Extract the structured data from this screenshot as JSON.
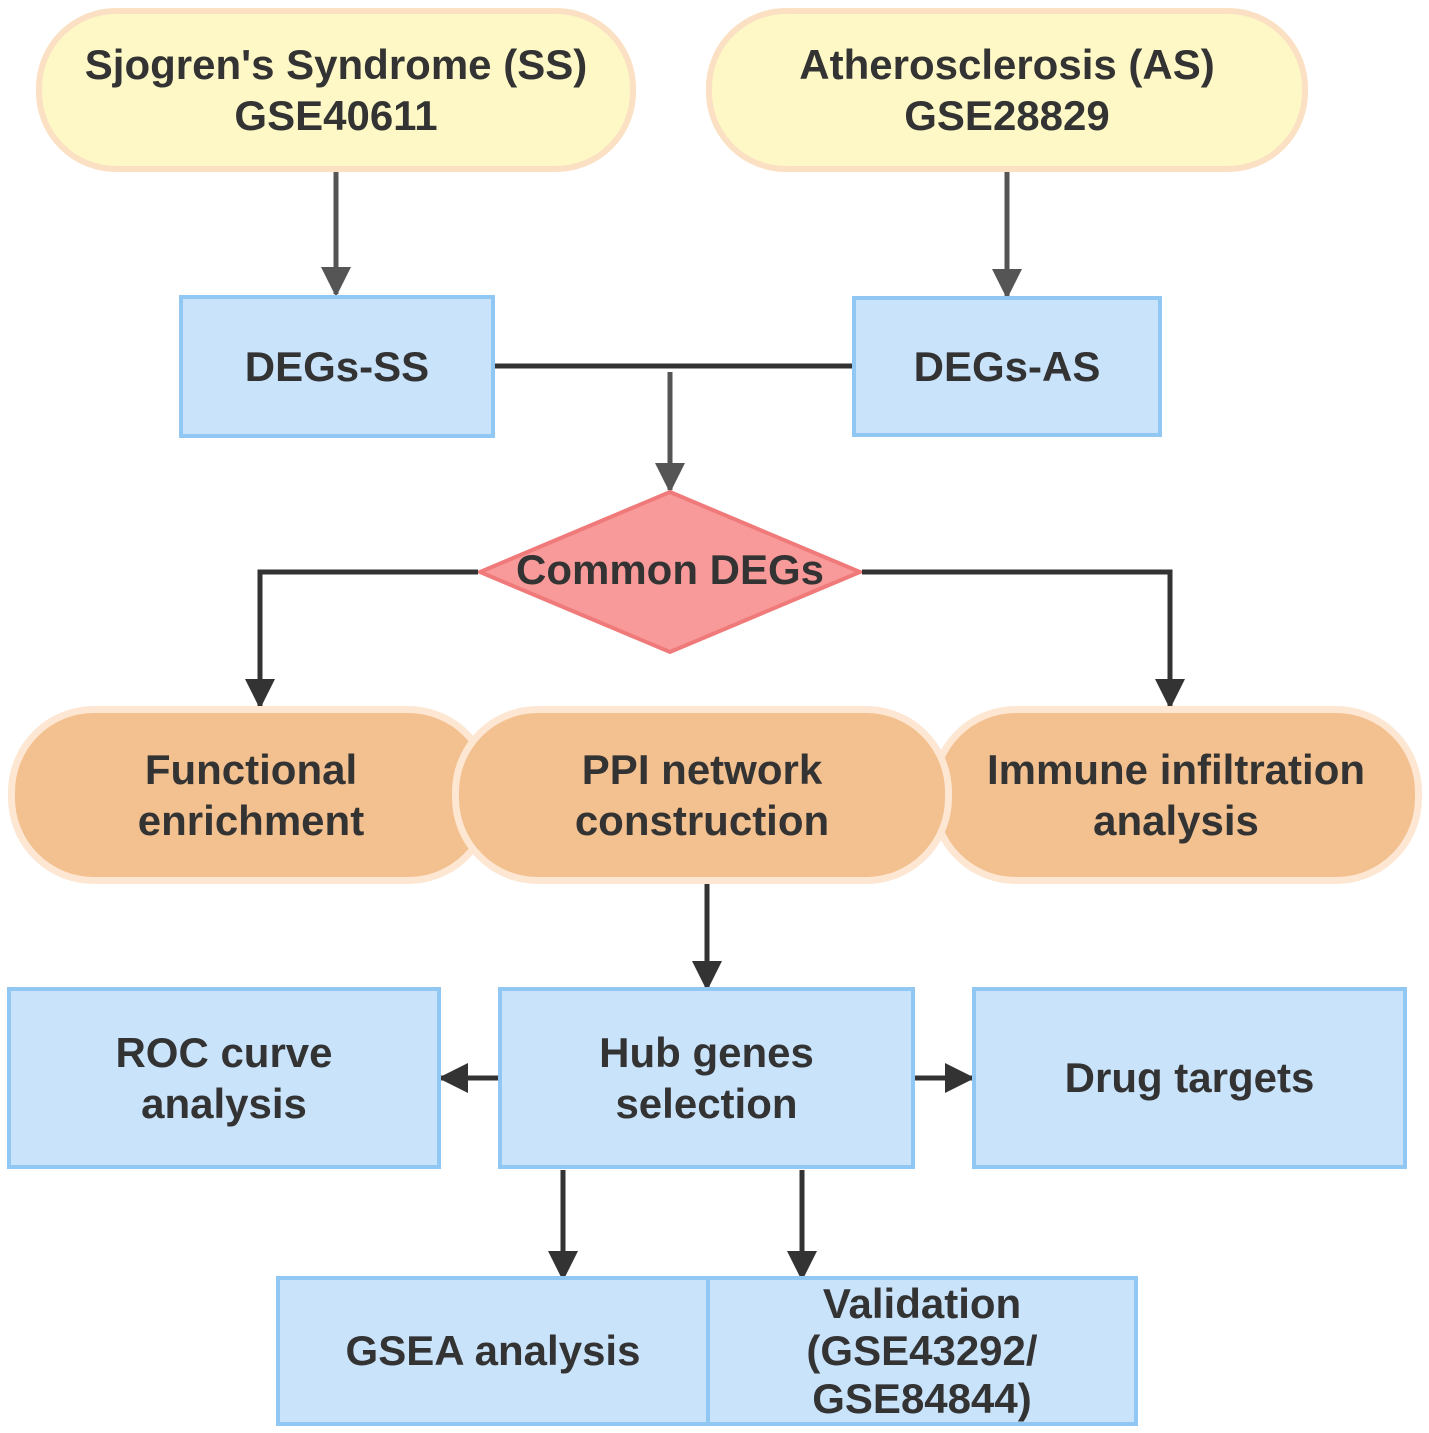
{
  "nodes": {
    "ss_dataset": {
      "line1": "Sjogren's Syndrome (SS)",
      "line2": "GSE40611"
    },
    "as_dataset": {
      "line1": "Atherosclerosis (AS)",
      "line2": "GSE28829"
    },
    "degs_ss": {
      "label": "DEGs-SS"
    },
    "degs_as": {
      "label": "DEGs-AS"
    },
    "common_degs": {
      "label": "Common DEGs"
    },
    "functional_enrichment": {
      "line1": "Functional",
      "line2": "enrichment"
    },
    "ppi_network": {
      "line1": "PPI network",
      "line2": "construction"
    },
    "immune_infiltration": {
      "line1": "Immune infiltration",
      "line2": "analysis"
    },
    "roc_curve": {
      "line1": "ROC curve",
      "line2": "analysis"
    },
    "hub_genes": {
      "line1": "Hub genes",
      "line2": "selection"
    },
    "drug_targets": {
      "label": "Drug targets"
    },
    "gsea": {
      "label": "GSEA analysis"
    },
    "validation": {
      "line1": "Validation",
      "line2": "(GSE43292/",
      "line3": "GSE84844)"
    }
  },
  "colors": {
    "dataset_fill": "#fdf8c6",
    "dataset_border": "#fbe0c3",
    "box_fill": "#c9e3fb",
    "box_border": "#90c7f3",
    "analysis_fill": "#f3c08f",
    "analysis_border": "#fde6d2",
    "diamond_fill": "#f99a9a",
    "diamond_border": "#f07a7a",
    "arrow": "#333333",
    "arrow_light": "#555555"
  }
}
